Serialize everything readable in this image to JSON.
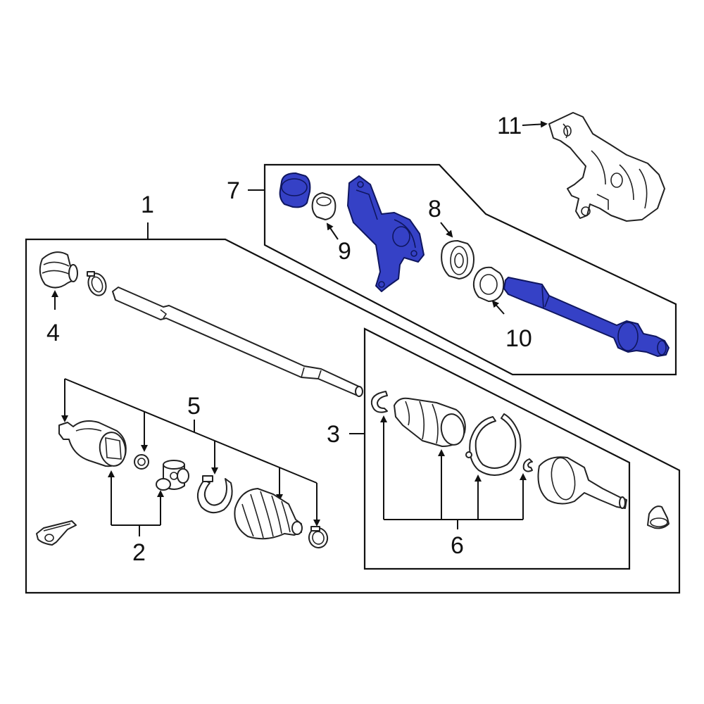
{
  "colors": {
    "highlight": "#3541c6",
    "highlight_stroke": "#0f165f",
    "line": "#111111",
    "background": "#ffffff"
  },
  "callouts": {
    "c1": "1",
    "c2": "2",
    "c3": "3",
    "c4": "4",
    "c5": "5",
    "c6": "6",
    "c7": "7",
    "c8": "8",
    "c9": "9",
    "c10": "10",
    "c11": "11"
  }
}
